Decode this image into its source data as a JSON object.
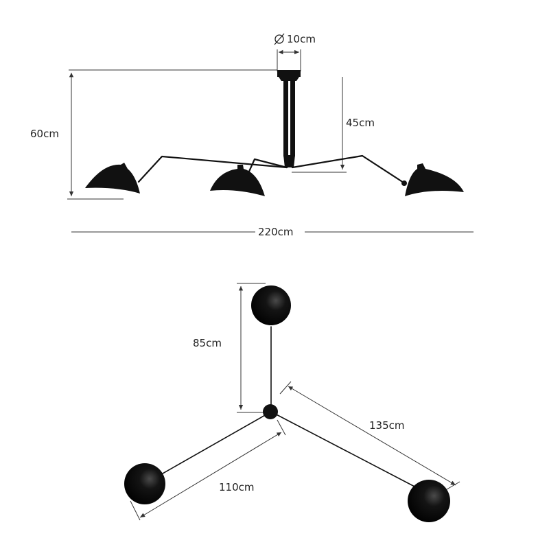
{
  "front_view": {
    "diameter_label": "10cm",
    "total_height_label": "60cm",
    "stem_height_label": "45cm",
    "span_label": "220cm"
  },
  "top_view": {
    "arm_top_label": "85cm",
    "arm_right_label": "135cm",
    "arm_left_label": "110cm"
  },
  "colors": {
    "fixture": "#111111",
    "dimension_line": "#333333",
    "text": "#222222"
  }
}
